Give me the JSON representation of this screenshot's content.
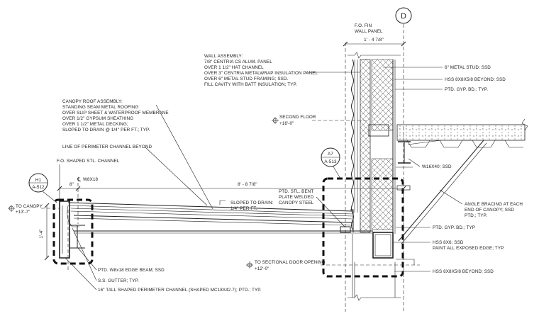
{
  "grid_bubble": "D",
  "finish_wall_panel": [
    "F.O. FIN",
    "WALL PANEL"
  ],
  "dim_wall": "1' - 4 7/8\"",
  "wall_assembly": [
    "WALL ASSEMBLY:",
    "7/8\" CENTRIA CS ALUM. PANEL",
    "OVER 1 1/2\" HAT CHANNEL",
    "OVER 3\" CENTRIA METALWRAP INSULATION PANEL",
    "OVER 6\" METAL STUD FRAMING; SSD.",
    "FILL CAVITY WITH BATT INSULATION; TYP."
  ],
  "canopy_roof_assembly": [
    "CANOPY ROOF ASSEMBLY:",
    "STANDING SEAM METAL ROOFING",
    "OVER SLIP SHEET & WATERPROOF MEMBRANE",
    "OVER 1/2\" GYPSUM SHEATHING",
    "OVER 1 1/2\" METAL DECKING;",
    "SLOPED TO DRAIN @ 1/4\" PER FT.; TYP."
  ],
  "right_notes": {
    "metal_stud": "6\" METAL STUD; SSD",
    "hss_beyond_top": "HSS 8X8X5/8 BEYOND; SSD",
    "gyp_top": "PTD. GYP. BD.; TYP.",
    "w16": "W16X40; SSD",
    "angle_bracing": [
      "ANGLE BRACING AT EACH",
      "END OF CANOPY; SSD",
      "PTD.; TYP."
    ],
    "gyp_bottom": "PTD. GYP. BD.; TYP",
    "hss_8x6": [
      "HSS 8X6; SSD",
      "PAINT ALL EXPOSED EDGE; TYP."
    ],
    "hss_beyond_bottom": "HSS 8X8X5/8 BEYOND; SSD"
  },
  "second_floor": {
    "label": "SECOND FLOOR",
    "elev": "+16'-0\""
  },
  "perimeter_channel_beyond": "LINE OF PERIMETER CHANNEL BEYOND",
  "shaped_channel": "F.O. SHAPED STL. CHANNEL",
  "dim_8": "8\"",
  "w8x18_cl": "W8X18",
  "dim_canopy": "8' - 8 7/8\"",
  "sloped_to_drain": [
    "SLOPED TO DRAIN:",
    "1/4\" PER FT."
  ],
  "bent_plate": [
    "PTD. STL. BENT",
    "PLATE WELDED",
    "CANOPY STEEL"
  ],
  "to_canopy": {
    "label": "TO CANOPY",
    "elev": "+13'-7\""
  },
  "dim_height": "1'-4\"",
  "detail_h1": {
    "num": "H1",
    "sheet": "A-512"
  },
  "detail_a7": {
    "num": "A7",
    "sheet": "A-513"
  },
  "edge_beam": "PTD. W8x18 EDGE BEAM; SSD",
  "gutter": "S.S. GUTTER; TYP.",
  "perimeter_channel": "16\" TALL SHAPED PERIMETER CHANNEL (SHAPED MC18X42.7); PTD.; TYP.",
  "sectional_door": {
    "label": "TO SECTIONAL DOOR OPENING",
    "elev": "+12'-0\""
  }
}
